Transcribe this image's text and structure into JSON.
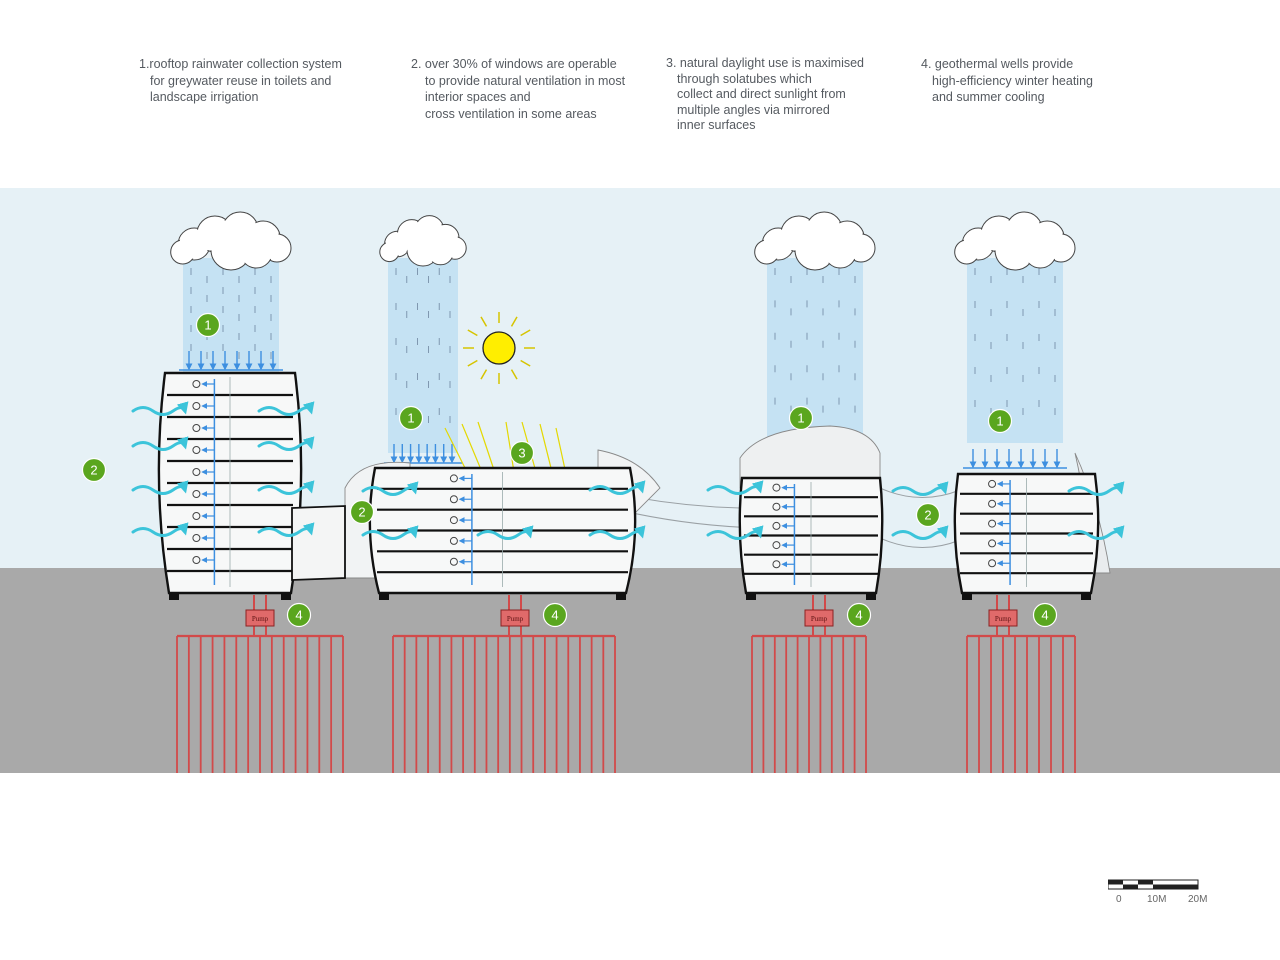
{
  "notes": [
    {
      "first": "1.rooftop rainwater collection system",
      "rest": [
        "for greywater reuse in toilets and",
        "landscape irrigation"
      ]
    },
    {
      "first": "2. over 30% of windows are operable",
      "rest": [
        "to provide natural ventilation in most",
        "interior spaces and",
        "cross ventilation in some areas"
      ]
    },
    {
      "first": "3. natural daylight use is maximised",
      "rest": [
        "through solatubes which",
        "collect and direct sunlight from",
        "multiple angles via mirrored",
        "inner surfaces"
      ]
    },
    {
      "first": "4. geothermal wells provide",
      "rest": [
        "high-efficiency winter heating",
        "and summer cooling"
      ]
    }
  ],
  "markers": [
    "1",
    "2",
    "3",
    "4"
  ],
  "pump_label": "Pump",
  "scale_bar": {
    "labels": [
      "0",
      "10M",
      "20M"
    ]
  },
  "colors": {
    "sky": "#e6f1f6",
    "ground": "#a9a9a9",
    "rain_column": "#b9dcf2",
    "rain_arrow": "#3d8fe0",
    "wind_arrow": "#3cc4da",
    "badge": "#5aa61e",
    "sun": "#ffee00",
    "geothermal": "#d24a4a"
  }
}
